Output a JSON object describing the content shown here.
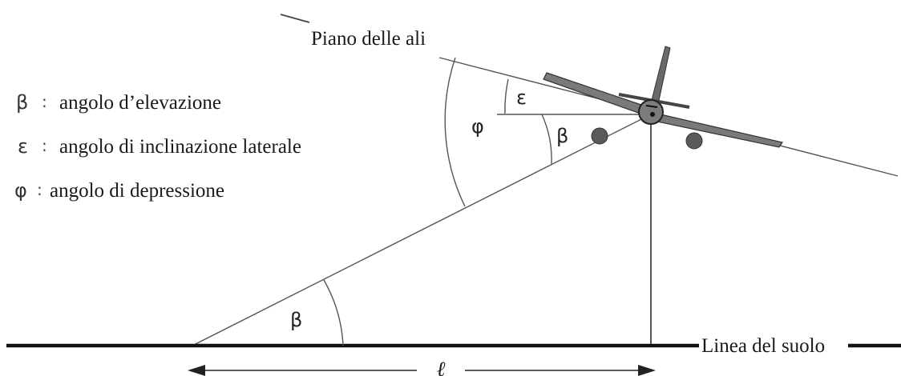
{
  "labels": {
    "wing_plane": "Piano delle ali",
    "ground_line": "Linea del suolo",
    "distance": "ℓ"
  },
  "legend": [
    {
      "symbol": "β",
      "separator": ":",
      "text": "angolo d’elevazione"
    },
    {
      "symbol": "ε",
      "separator": ":",
      "text": "angolo di inclinazione laterale"
    },
    {
      "symbol": "φ",
      "separator": ":",
      "text": "angolo di depressione"
    }
  ],
  "angle_labels": {
    "epsilon": "ε",
    "phi": "φ",
    "beta_at_plane": "β",
    "beta_at_ground": "β"
  },
  "colors": {
    "line": "#444444",
    "ground": "#111111",
    "aircraft": "#666666",
    "engine": "#5a5a5a"
  }
}
